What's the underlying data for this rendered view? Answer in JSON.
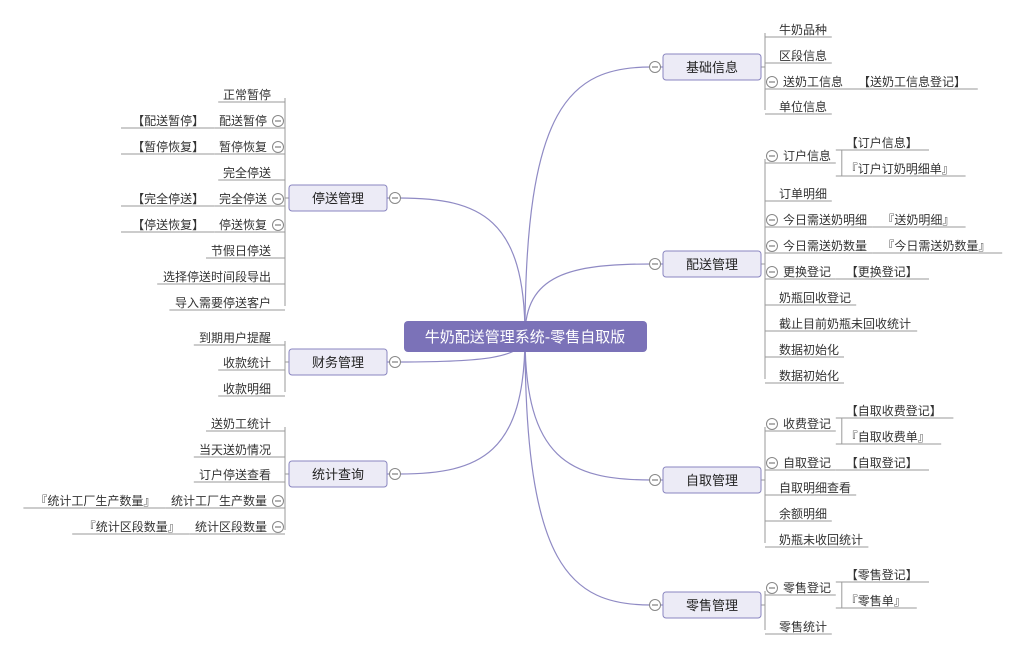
{
  "center": {
    "title": "牛奶配送管理系统-零售自取版"
  },
  "branches": {
    "basic": {
      "title": "基础信息",
      "items": [
        {
          "label": "牛奶品种"
        },
        {
          "label": "区段信息"
        },
        {
          "label": "送奶工信息",
          "children": [
            "【送奶工信息登记】"
          ]
        },
        {
          "label": "单位信息"
        }
      ]
    },
    "delivery": {
      "title": "配送管理",
      "items": [
        {
          "label": "订户信息",
          "children": [
            "【订户信息】",
            "『订户订奶明细单』"
          ]
        },
        {
          "label": "订单明细"
        },
        {
          "label": "今日需送奶明细",
          "children": [
            "『送奶明细』"
          ]
        },
        {
          "label": "今日需送奶数量",
          "children": [
            "『今日需送奶数量』"
          ]
        },
        {
          "label": "更换登记",
          "children": [
            "【更换登记】"
          ]
        },
        {
          "label": "奶瓶回收登记"
        },
        {
          "label": "截止目前奶瓶未回收统计"
        },
        {
          "label": "数据初始化"
        },
        {
          "label": "数据初始化"
        }
      ]
    },
    "selfpickup": {
      "title": "自取管理",
      "items": [
        {
          "label": "收费登记",
          "children": [
            "【自取收费登记】",
            "『自取收费单』"
          ]
        },
        {
          "label": "自取登记",
          "children": [
            "【自取登记】"
          ]
        },
        {
          "label": "自取明细查看"
        },
        {
          "label": "余额明细"
        },
        {
          "label": "奶瓶未收回统计"
        }
      ]
    },
    "retail": {
      "title": "零售管理",
      "items": [
        {
          "label": "零售登记",
          "children": [
            "【零售登记】",
            "『零售单』"
          ]
        },
        {
          "label": "零售统计"
        }
      ]
    },
    "suspend": {
      "title": "停送管理",
      "items": [
        {
          "label": "正常暂停"
        },
        {
          "label": "配送暂停",
          "children": [
            "【配送暂停】"
          ]
        },
        {
          "label": "暂停恢复",
          "children": [
            "【暂停恢复】"
          ]
        },
        {
          "label": "完全停送"
        },
        {
          "label": "完全停送",
          "children": [
            "【完全停送】"
          ]
        },
        {
          "label": "停送恢复",
          "children": [
            "【停送恢复】"
          ]
        },
        {
          "label": "节假日停送"
        },
        {
          "label": "选择停送时间段导出"
        },
        {
          "label": "导入需要停送客户"
        }
      ]
    },
    "finance": {
      "title": "财务管理",
      "items": [
        {
          "label": "到期用户提醒"
        },
        {
          "label": "收款统计"
        },
        {
          "label": "收款明细"
        }
      ]
    },
    "stats": {
      "title": "统计查询",
      "items": [
        {
          "label": "送奶工统计"
        },
        {
          "label": "当天送奶情况"
        },
        {
          "label": "订户停送查看"
        },
        {
          "label": "统计工厂生产数量",
          "children": [
            "『统计工厂生产数量』"
          ]
        },
        {
          "label": "统计区段数量",
          "children": [
            "『统计区段数量』"
          ]
        }
      ]
    }
  },
  "colors": {
    "center_fill": "#7b72b8",
    "branch_fill": "#ecebf6",
    "branch_stroke": "#8a86c0",
    "line": "#8f8ac4",
    "underline": "#9a9a9a",
    "text": "#333333"
  }
}
